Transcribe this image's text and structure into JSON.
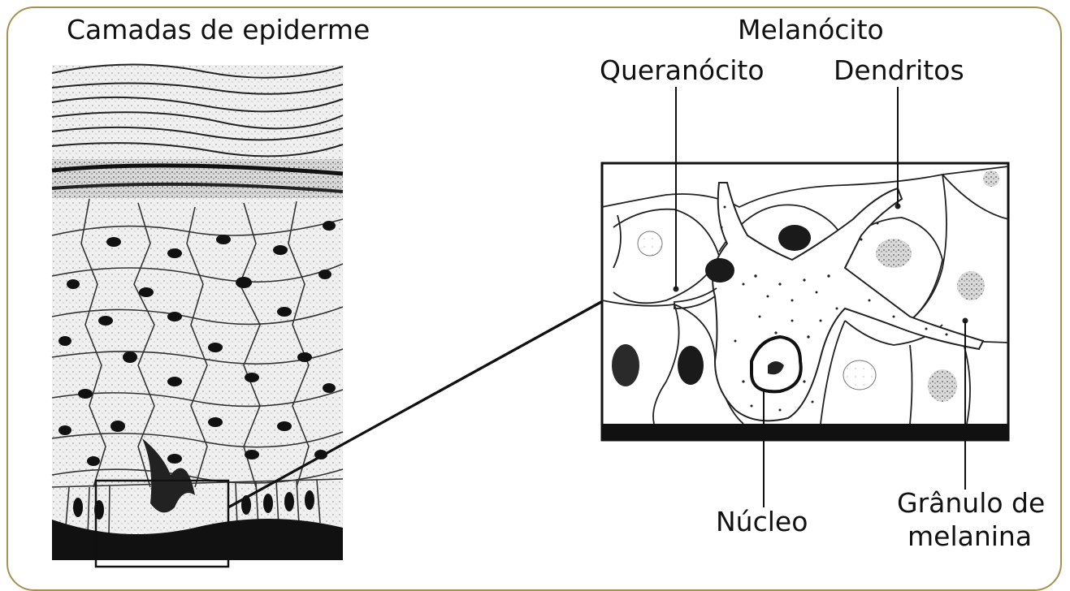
{
  "diagram": {
    "left_title": "Camadas de epiderme",
    "right_title": "Melanócito",
    "labels": {
      "keratinocyte": "Queranócito",
      "dendrites": "Dendritos",
      "nucleus": "Núcleo",
      "melanin_granule_line1": "Grânulo de",
      "melanin_granule_line2": "melanina"
    }
  },
  "colors": {
    "frame": "#a88f52",
    "ink": "#111111",
    "tissue": "#efefef",
    "cell_fill": "#f3f3f3"
  }
}
